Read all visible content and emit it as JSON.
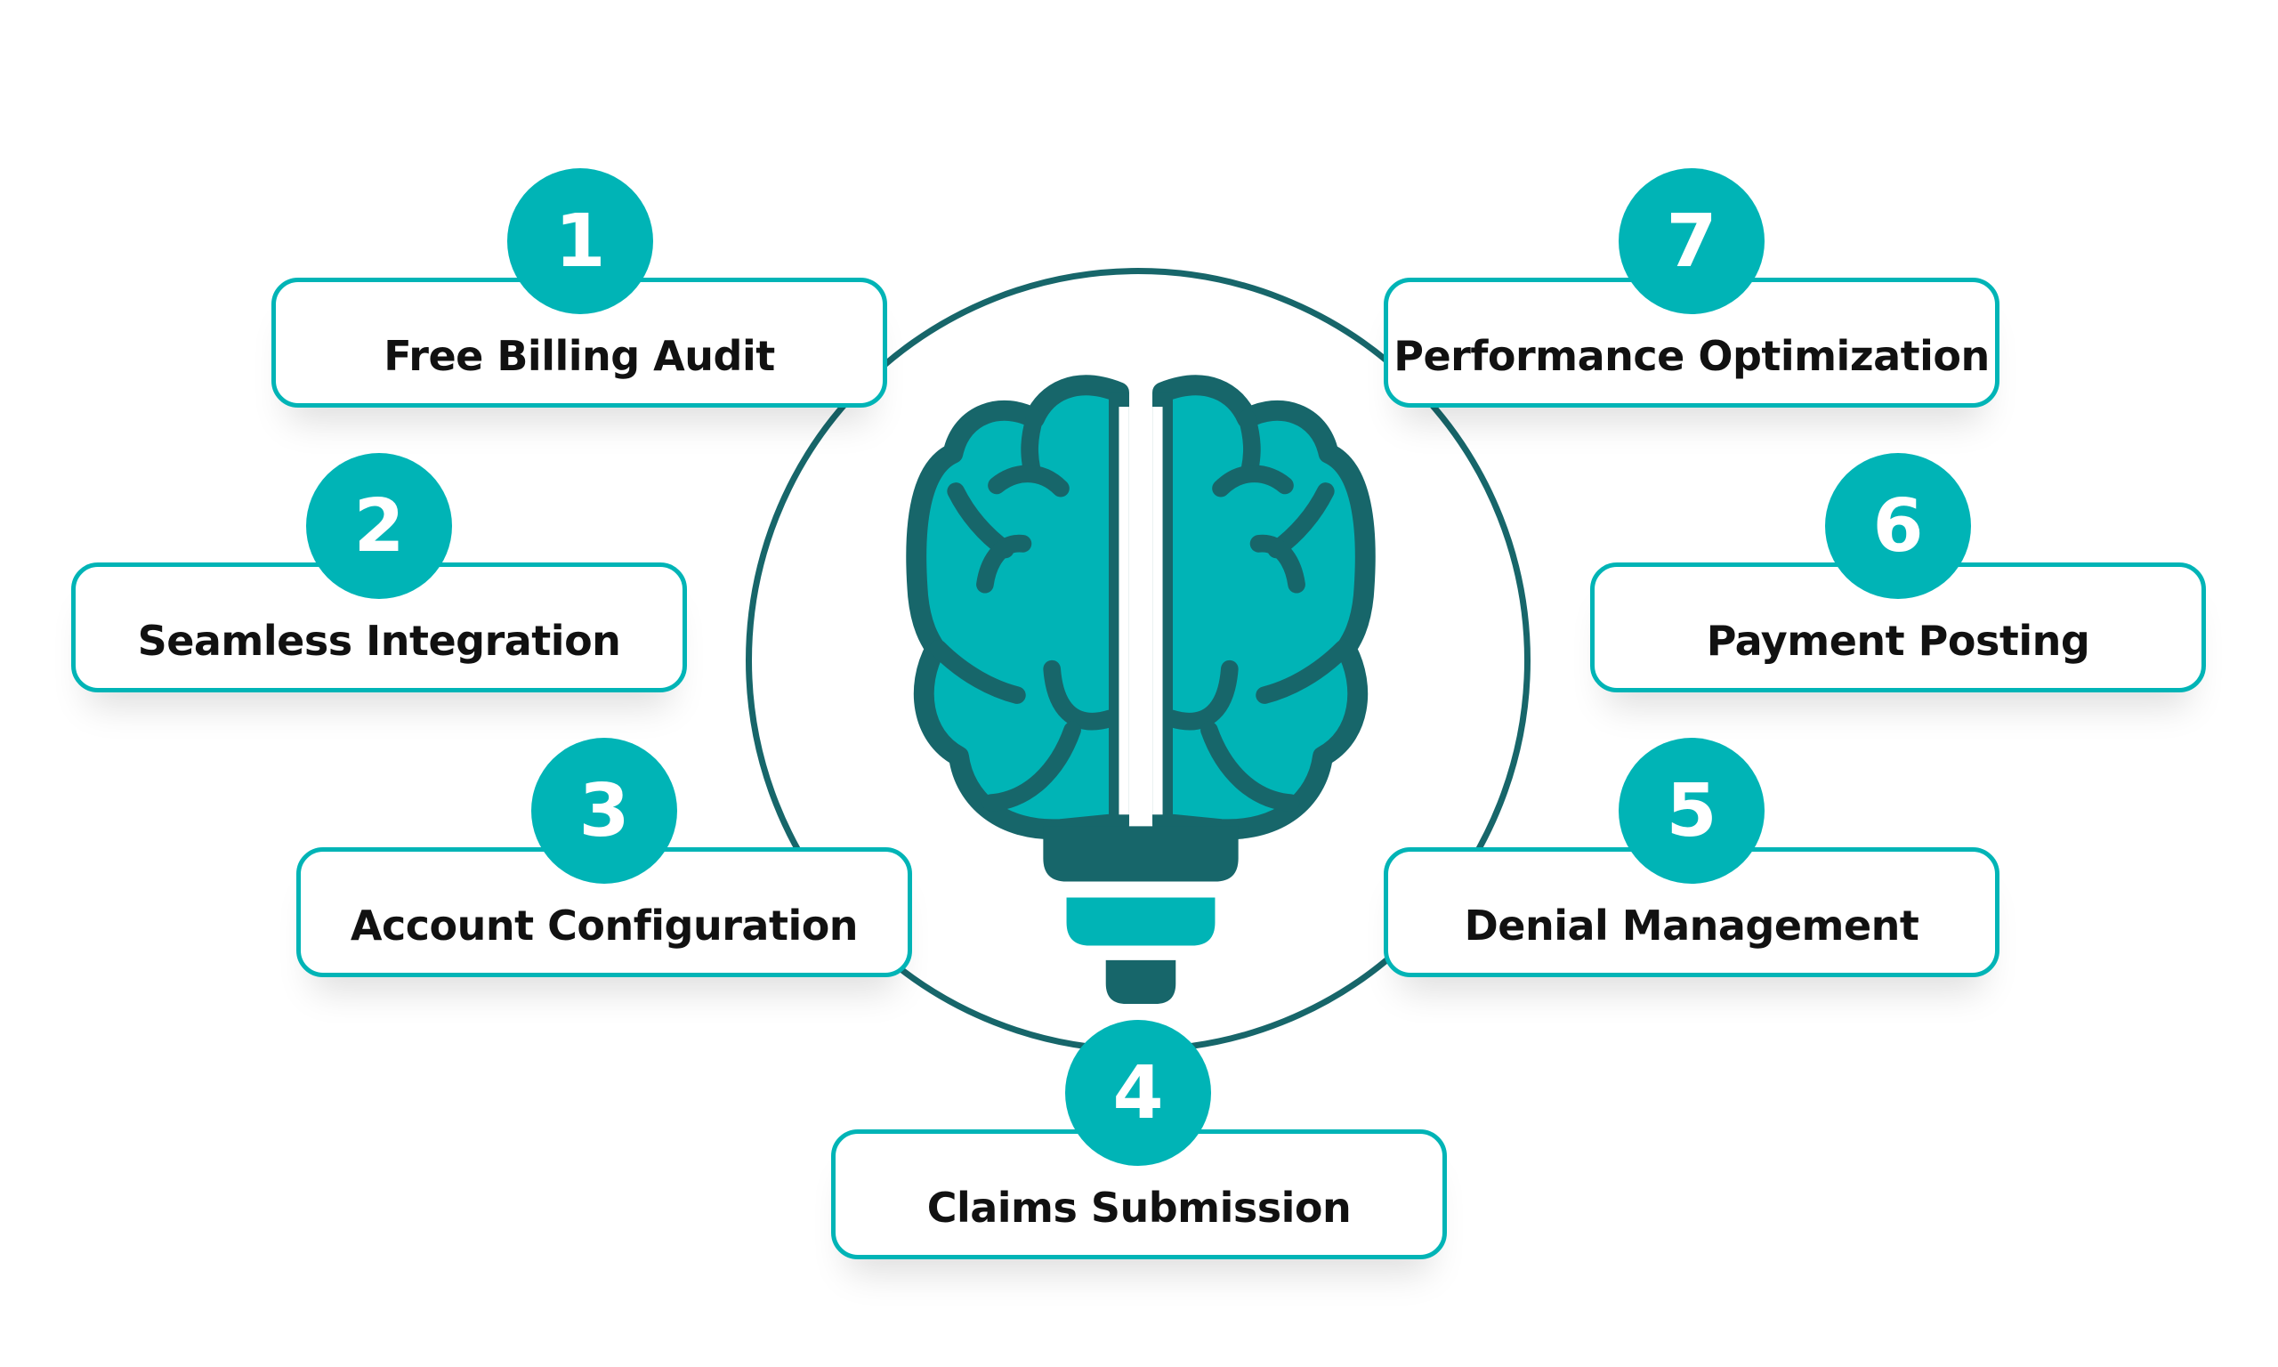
{
  "diagram": {
    "center_icon": "brain-lightbulb-icon",
    "colors": {
      "accent": "#00B4B6",
      "dark": "#17666A",
      "text": "#111111",
      "background": "#FFFFFF"
    },
    "steps": [
      {
        "number": "1",
        "label": "Free Billing Audit"
      },
      {
        "number": "2",
        "label": "Seamless Integration"
      },
      {
        "number": "3",
        "label": "Account Configuration"
      },
      {
        "number": "4",
        "label": "Claims Submission"
      },
      {
        "number": "5",
        "label": "Denial Management"
      },
      {
        "number": "6",
        "label": "Payment Posting"
      },
      {
        "number": "7",
        "label": "Performance Optimization"
      }
    ]
  }
}
